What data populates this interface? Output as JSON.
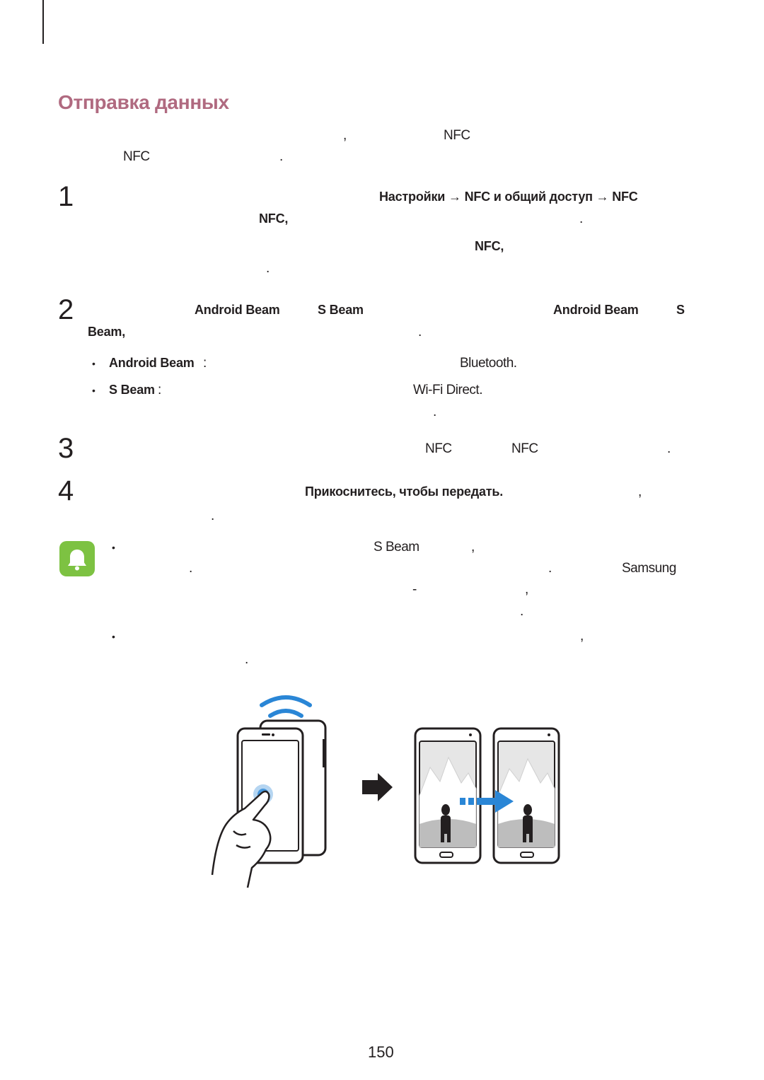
{
  "page": {
    "title": "Отправка данных",
    "page_number": "150"
  },
  "intro": {
    "line1": [
      ",",
      "NFC"
    ],
    "line2": [
      "NFC",
      "."
    ]
  },
  "step1": {
    "number": "1",
    "line1": "Настройки → NFC и общий доступ → NFC",
    "line2": [
      "NFC,",
      "."
    ],
    "line3": "NFC,",
    "line4": "."
  },
  "step2": {
    "number": "2",
    "line1": [
      "Android Beam",
      "S Beam",
      "Android Beam",
      "S"
    ],
    "line2": [
      "Beam,",
      "."
    ],
    "bullet1": {
      "label": "Android Beam",
      "sep": ":",
      "value": "Bluetooth."
    },
    "bullet2": {
      "label": "S Beam",
      "sep": ":",
      "value": "Wi-Fi Direct."
    },
    "bullet2_end": "."
  },
  "step3": {
    "number": "3",
    "line1": [
      "NFC",
      "NFC",
      "."
    ]
  },
  "step4": {
    "number": "4",
    "line1": [
      "Прикоснитесь, чтобы передать.",
      ","
    ],
    "line2": "."
  },
  "note": {
    "icon": "bell-icon",
    "icon_color": "#7dc242",
    "bullet1": [
      "S Beam",
      ",",
      ".",
      ".",
      "Samsung",
      "-",
      ",",
      "."
    ],
    "bullet2": [
      ",",
      "."
    ]
  },
  "figure": {
    "arrow_icon": "right-arrow-icon",
    "accent": "#2a86d6"
  },
  "bullet_char": "•"
}
